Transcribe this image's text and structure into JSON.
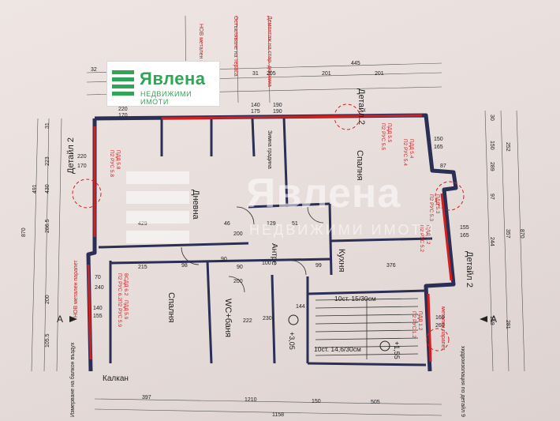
{
  "logo": {
    "name": "Явлена",
    "subtitle": "НЕДВИЖИМИ ИМОТИ"
  },
  "watermark": {
    "name": "Явлена",
    "subtitle": "НЕДВИЖИМИ ИМОТИ"
  },
  "rooms": {
    "living": "Дневна",
    "bedroom_top": "Спалня",
    "kitchen": "Кухня",
    "hall": "Антре",
    "bedroom_left": "Спалня",
    "wc": "WC+баня",
    "stairs_top": "10ст. 15/30см",
    "stairs_bottom": "10ст. 14,6/30см",
    "level": "+3,05",
    "level2": "+1,55",
    "balcony": "Калкан"
  },
  "details": {
    "top": "Детайл 2",
    "left": "Детайл 2",
    "right": "Детайл 2"
  },
  "sections": {
    "left": "A",
    "right": "A"
  },
  "notes": {
    "top_left": "НОВ метален парапет",
    "top_mid": "Остъкляване на тераса",
    "top_right": "Демонтаж на стар. дограма",
    "left": "НОВ метален парапет",
    "left_bottom": "Измерване на балкон въздух",
    "right": "метален парапет",
    "right_bottom": "хидроизолация по детайл 9",
    "wall_label": "Зимна градина"
  },
  "window_labels": {
    "w1": "П2 РУС 5.8",
    "w1b": "ПДД 5.8",
    "w2": "П2 РУС 5.4",
    "w2b": "ПДД 5.4",
    "w3": "П2 РУС 5.3",
    "w3b": "ПДД 5.3",
    "w4": "П2 РУС 5.2",
    "w4b": "ПДД 5.2",
    "w5": "П2 РУС 6.2",
    "w5b": "ВСДД 6.2",
    "w6": "П2 РУС 5.9",
    "w6b": "ПДД 5.9",
    "w7": "П2 РУС 1.2",
    "w7b": "ПДД 1.2",
    "w8": "П2 РУС 5.5",
    "w8b": "ПДД 5.5"
  },
  "dimensions": {
    "top": [
      "32",
      "445",
      "31",
      "205",
      "201",
      "201"
    ],
    "top_row2": [
      "220",
      "170"
    ],
    "top_row3": [
      "140",
      "175",
      "190",
      "190"
    ],
    "right_box": [
      "150",
      "165"
    ],
    "right_box2": [
      "155",
      "165"
    ],
    "right_box3": [
      "160",
      "260"
    ],
    "left_box": [
      "220",
      "170"
    ],
    "left_box2": [
      "70",
      "240"
    ],
    "left_box3": [
      "140",
      "155"
    ],
    "left_col": [
      "31",
      "223",
      "430",
      "286.5",
      "200",
      "105.5",
      "491",
      "870"
    ],
    "right_col": [
      "30",
      "150",
      "252",
      "289",
      "97",
      "357",
      "244",
      "281",
      "159",
      "870"
    ],
    "bottom": [
      "397",
      "1210",
      "150",
      "505",
      "1158"
    ],
    "inner": [
      "429",
      "46",
      "129",
      "51",
      "215",
      "98",
      "90",
      "200",
      "376",
      "99",
      "100",
      "222",
      "90",
      "200",
      "144",
      "230",
      "87"
    ]
  },
  "colors": {
    "wall": "#2b2f55",
    "red": "#d02020",
    "brand": "#2fa556"
  }
}
